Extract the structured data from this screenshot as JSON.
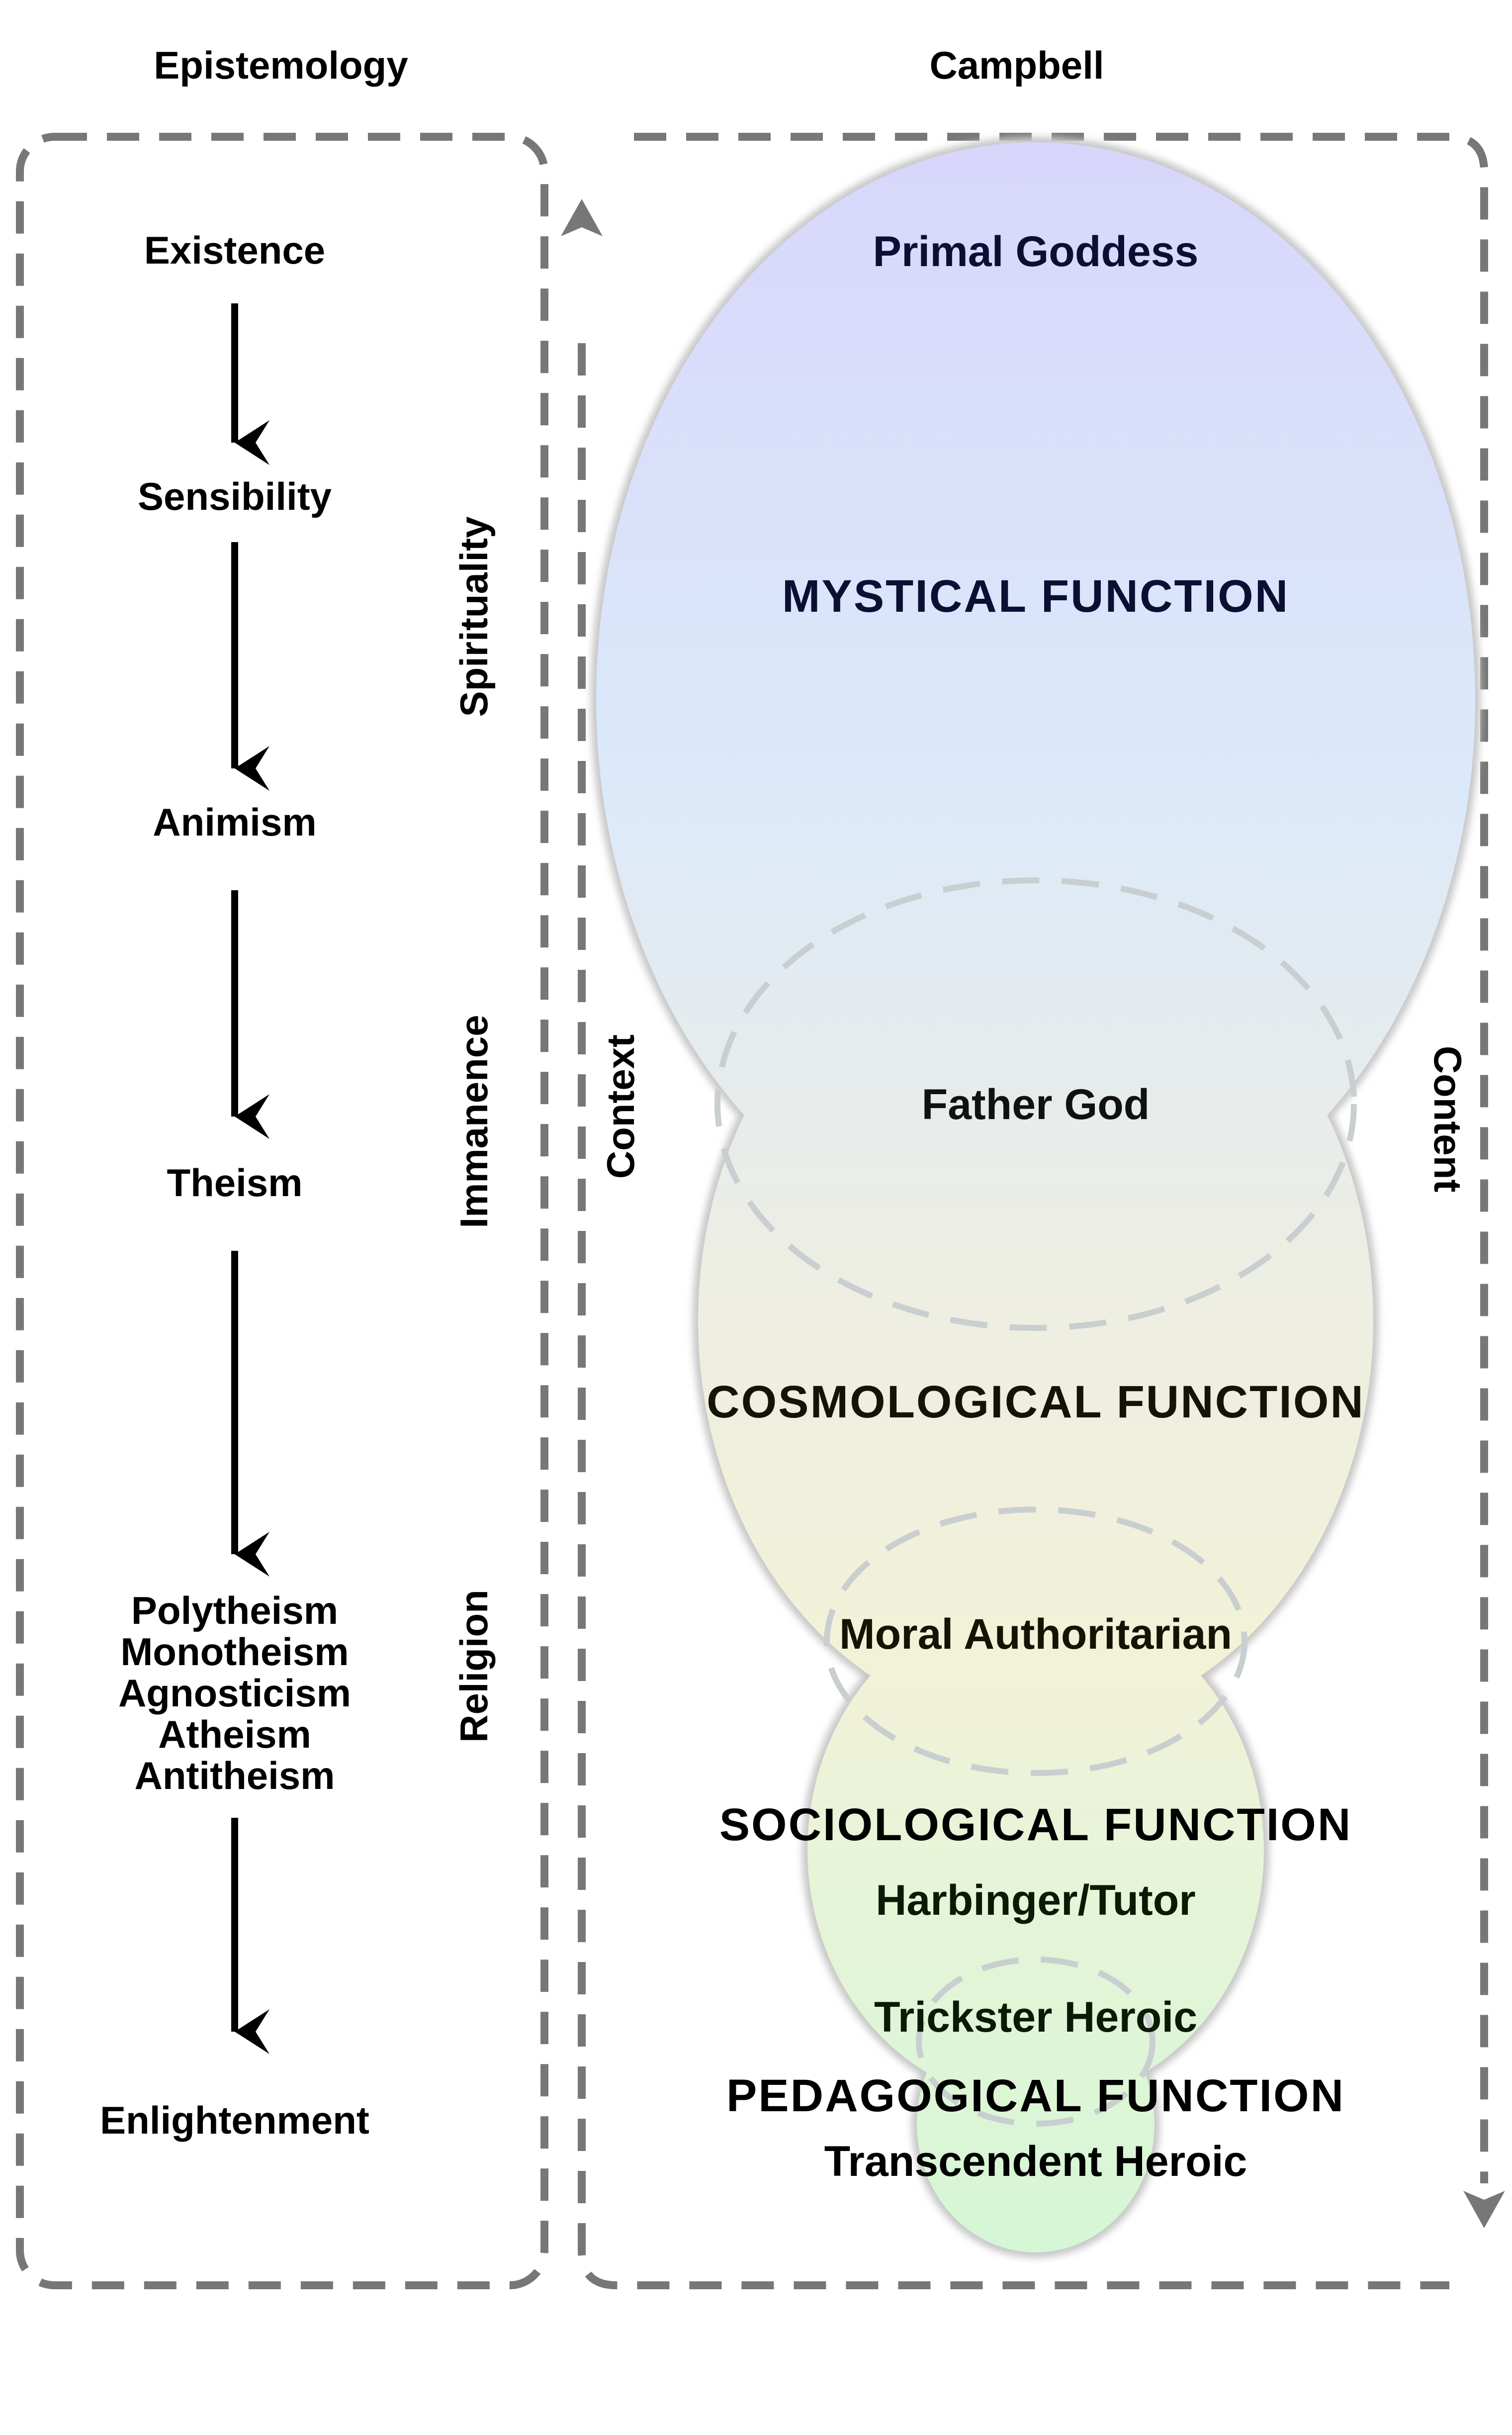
{
  "headers": {
    "left": "Epistemology",
    "right": "Campbell"
  },
  "epistemology": {
    "stages": [
      "Existence",
      "Sensibility",
      "Animism",
      "Theism",
      [
        "Polytheism",
        "Monotheism",
        "Agnosticism",
        "Atheism",
        "Antitheism"
      ],
      "Enlightenment"
    ],
    "side_labels": [
      "Spirituality",
      "Immanence",
      "Religion"
    ]
  },
  "campbell": {
    "axis_left": "Context",
    "axis_right": "Content",
    "labels": {
      "primal_goddess": "Primal Goddess",
      "mystical": "MYSTICAL FUNCTION",
      "father_god": "Father God",
      "cosmological": "COSMOLOGICAL FUNCTION",
      "moral": "Moral Authoritarian",
      "sociological": "SOCIOLOGICAL FUNCTION",
      "harbinger": "Harbinger/Tutor",
      "trickster": "Trickster Heroic",
      "pedagogical": "PEDAGOGICAL FUNCTION",
      "transcendent": "Transcendent Heroic"
    }
  },
  "colors": {
    "dash": "#777777",
    "arrow": "#000000",
    "top": "#d8d6fb",
    "upper": "#dbe9fa",
    "middle": "#eeeee2",
    "lower": "#f2f2d8",
    "bottom": "#d4f7d6",
    "inner_dash": "#c9cfd0"
  }
}
